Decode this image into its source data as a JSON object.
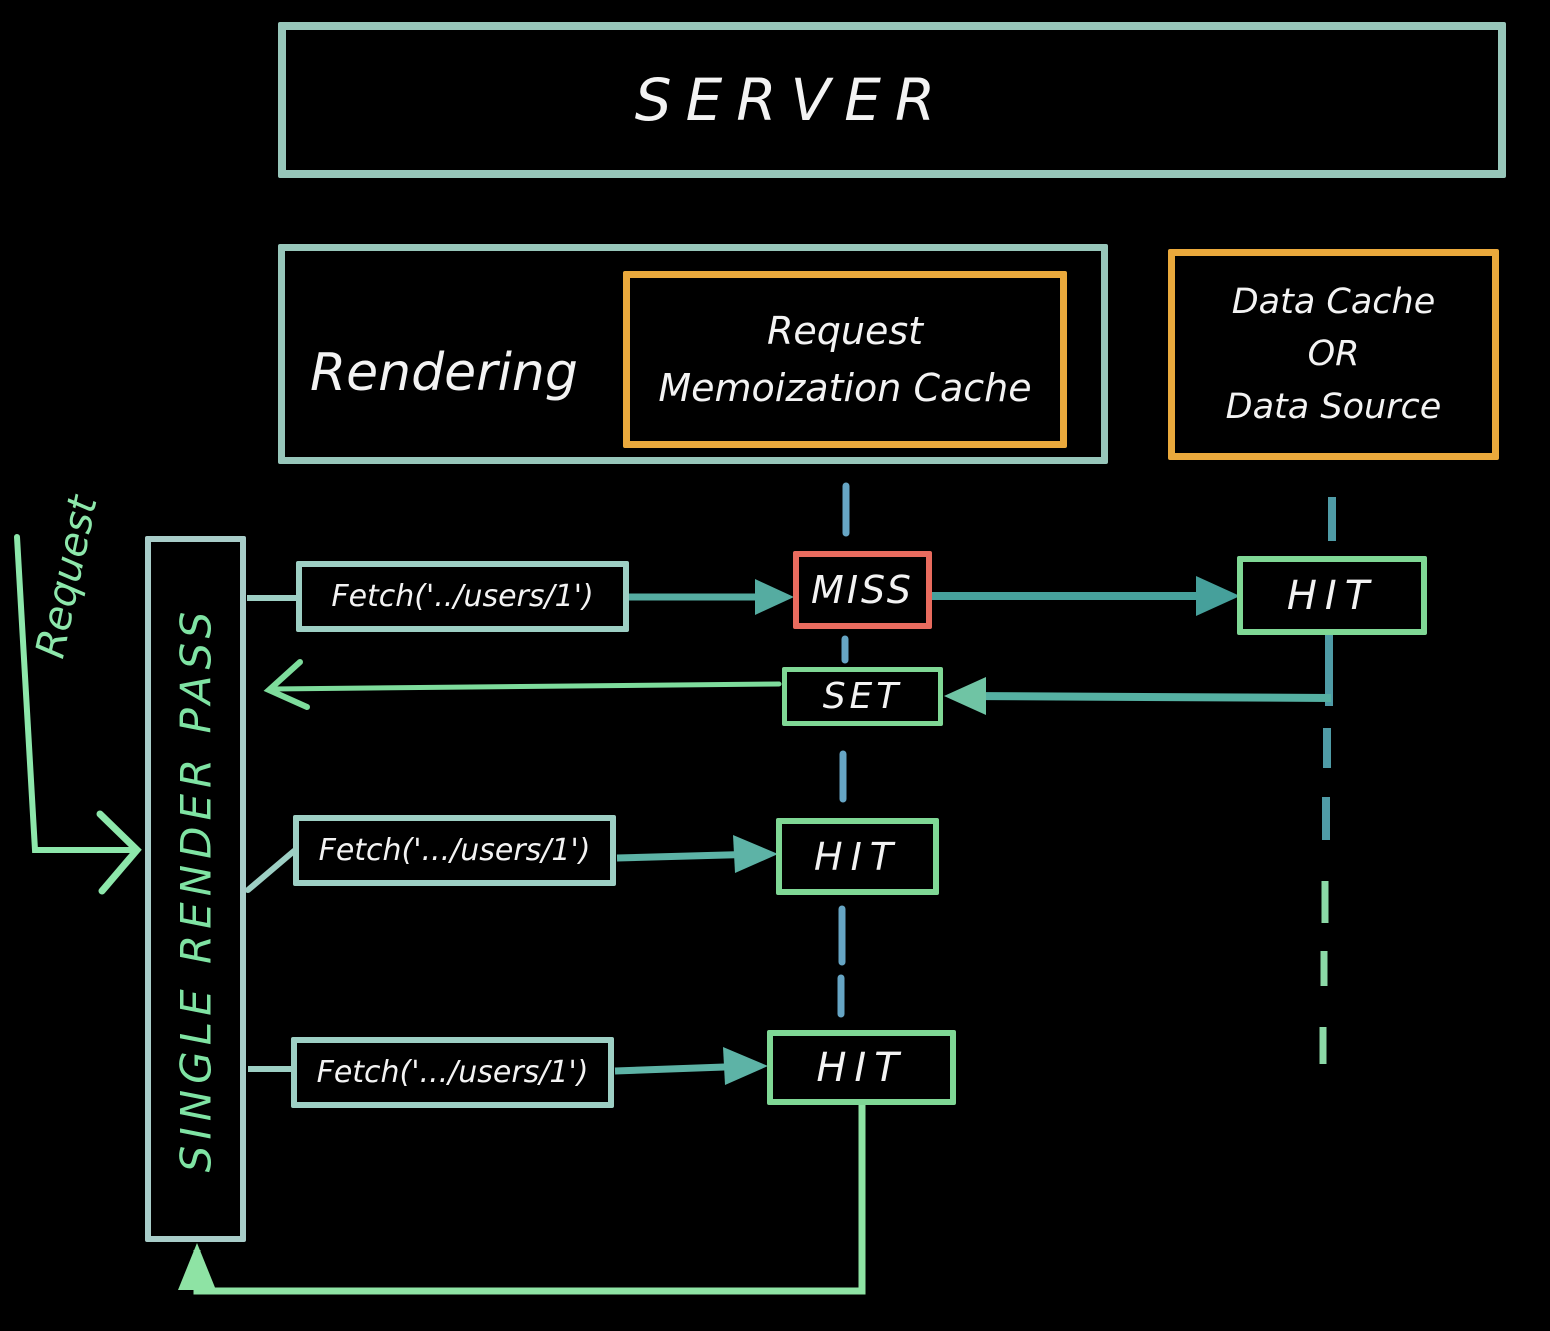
{
  "server": {
    "label": "SERVER"
  },
  "rendering": {
    "label": "Rendering",
    "memo_cache": {
      "line1": "Request",
      "line2": "Memoization Cache"
    }
  },
  "data_source": {
    "line1": "Data Cache",
    "line2": "OR",
    "line3": "Data Source"
  },
  "left": {
    "request_label": "Request",
    "single_render_pass_label": "SINGLE RENDER PASS"
  },
  "rows": [
    {
      "fetch": "Fetch('../users/1')",
      "memo_result": "MISS",
      "set": "SET",
      "data_result": "HIT"
    },
    {
      "fetch": "Fetch('.../users/1')",
      "memo_result": "HIT"
    },
    {
      "fetch": "Fetch('.../users/1')",
      "memo_result": "HIT"
    }
  ],
  "colors": {
    "background": "#000000",
    "box_teal": "#97c6ba",
    "box_light_teal": "#9dcfc4",
    "box_orange": "#eaa93c",
    "miss_red": "#e96b5e",
    "hit_green": "#7fd795",
    "arrow_teal": "#55aca1",
    "memo_line_blue": "#66a5c4",
    "data_line_teal": "#4f9ba6",
    "data_line_green": "#8bd8a6",
    "request_green": "#8de7ab",
    "text_white": "#f3f3f3"
  }
}
